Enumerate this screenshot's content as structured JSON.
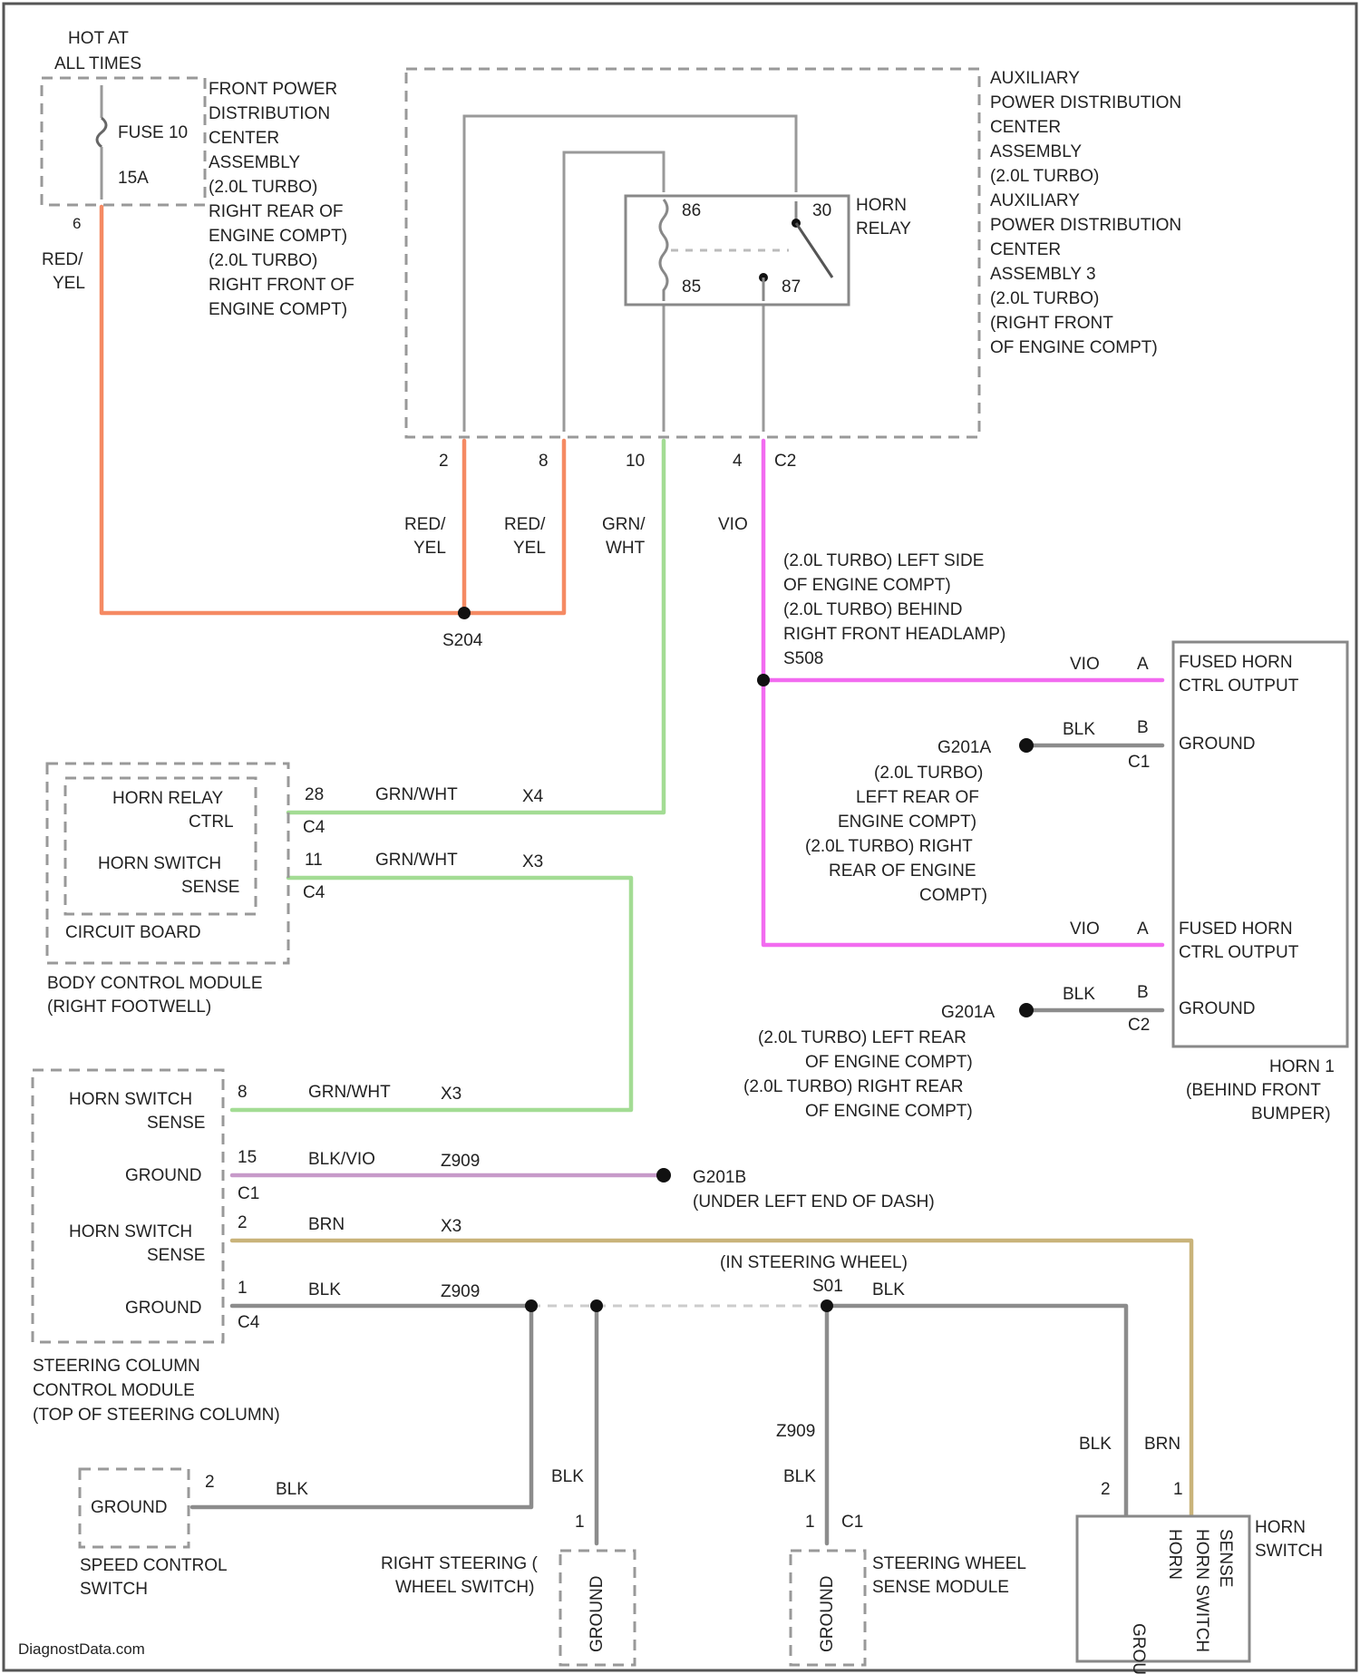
{
  "colors": {
    "red_yel": "#f58a63",
    "grn_wht": "#a3dc94",
    "vio": "#f26bf0",
    "blk": "#8c8c8c",
    "brn": "#c9b37a",
    "blk_vio": "#c79ac9",
    "frame": "#999999"
  },
  "labels": {
    "hot_at_all_times": [
      "HOT AT",
      "ALL TIMES"
    ],
    "fuse_name": "FUSE 10",
    "fuse_amps": "15A",
    "fuse_pin": "6",
    "fpdc": [
      "FRONT POWER",
      "DISTRIBUTION",
      "CENTER",
      "ASSEMBLY",
      "(2.0L TURBO)",
      "RIGHT REAR OF",
      "ENGINE COMPT)",
      "(2.0L TURBO)",
      "RIGHT FRONT OF",
      "ENGINE COMPT)"
    ],
    "red_yel": [
      "RED/",
      "YEL"
    ],
    "apdc": [
      "AUXILIARY",
      "POWER DISTRIBUTION",
      "CENTER",
      "ASSEMBLY",
      "(2.0L TURBO)",
      "AUXILIARY",
      "POWER DISTRIBUTION",
      "CENTER",
      "ASSEMBLY 3",
      "(2.0L TURBO)",
      "(RIGHT FRONT",
      "OF ENGINE COMPT)"
    ],
    "horn_relay": [
      "HORN",
      "RELAY"
    ],
    "relay_pins": [
      "86",
      "30",
      "85",
      "87"
    ],
    "apdc_pins": [
      "2",
      "8",
      "10",
      "4"
    ],
    "apdc_conn": "C2",
    "grn_wht_stack": [
      "GRN/",
      "WHT"
    ],
    "vio": "VIO",
    "splice_red": "S204",
    "splice_vio_note": [
      "(2.0L TURBO) LEFT SIDE",
      "OF ENGINE COMPT)",
      "(2.0L TURBO) BEHIND",
      "RIGHT FRONT HEADLAMP)",
      "S508"
    ],
    "horn_1_blocks": [
      "FUSED HORN",
      "CTRL OUTPUT",
      "GROUND"
    ],
    "horn_pin_a": "A",
    "horn_pin_b": "B",
    "horn_conn_1": "C1",
    "horn_conn_2": "C2",
    "blk": "BLK",
    "ground_g201a": "G201A",
    "g201a_note1": [
      "(2.0L TURBO)",
      "LEFT REAR OF",
      "ENGINE COMPT)",
      "(2.0L TURBO) RIGHT",
      "REAR OF ENGINE",
      "COMPT)"
    ],
    "g201a_note2": [
      "(2.0L TURBO) LEFT REAR",
      "OF ENGINE COMPT)",
      "(2.0L TURBO) RIGHT REAR",
      "OF ENGINE COMPT)"
    ],
    "horn_1": [
      "HORN 1",
      "(BEHIND FRONT",
      "BUMPER)"
    ],
    "bcm_inner": [
      "HORN RELAY",
      "CTRL",
      "HORN SWITCH",
      "SENSE",
      "CIRCUIT BOARD"
    ],
    "bcm": [
      "BODY CONTROL MODULE",
      "(RIGHT FOOTWELL)"
    ],
    "bcm_pins": [
      "28",
      "11"
    ],
    "bcm_conn": "C4",
    "grn_wht": "GRN/WHT",
    "circuit_x4": "X4",
    "circuit_x3": "X3",
    "sccm_blocks": [
      "HORN SWITCH",
      "SENSE",
      "GROUND",
      "HORN SWITCH",
      "SENSE",
      "GROUND"
    ],
    "sccm_pins": [
      "8",
      "15",
      "2",
      "1"
    ],
    "sccm_conn": [
      "C1",
      "C4"
    ],
    "blk_vio": "BLK/VIO",
    "z909": "Z909",
    "brn": "BRN",
    "ground_g201b": "G201B",
    "g201b_note": "(UNDER LEFT END OF DASH)",
    "in_steering_wheel": "(IN STEERING WHEEL)",
    "s01": "S01",
    "sccm": [
      "STEERING COLUMN",
      "CONTROL MODULE",
      "(TOP OF STEERING COLUMN)"
    ],
    "scs_block": "GROUND",
    "scs_pin": "2",
    "scs": [
      "SPEED CONTROL",
      "SWITCH"
    ],
    "pin_1": "1",
    "pin_2": "2",
    "conn_c1": "C1",
    "right_sw": [
      "RIGHT STEERING (",
      "WHEEL SWITCH)"
    ],
    "swsm": [
      "STEERING WHEEL",
      "SENSE MODULE"
    ],
    "ground_vertical": "GROUND",
    "horn_switch_blocks": [
      "GROUND",
      "HORN",
      "HORN SWITCH",
      "SENSE"
    ],
    "horn_switch": [
      "HORN",
      "SWITCH"
    ],
    "watermark": "DiagnostData.com"
  }
}
